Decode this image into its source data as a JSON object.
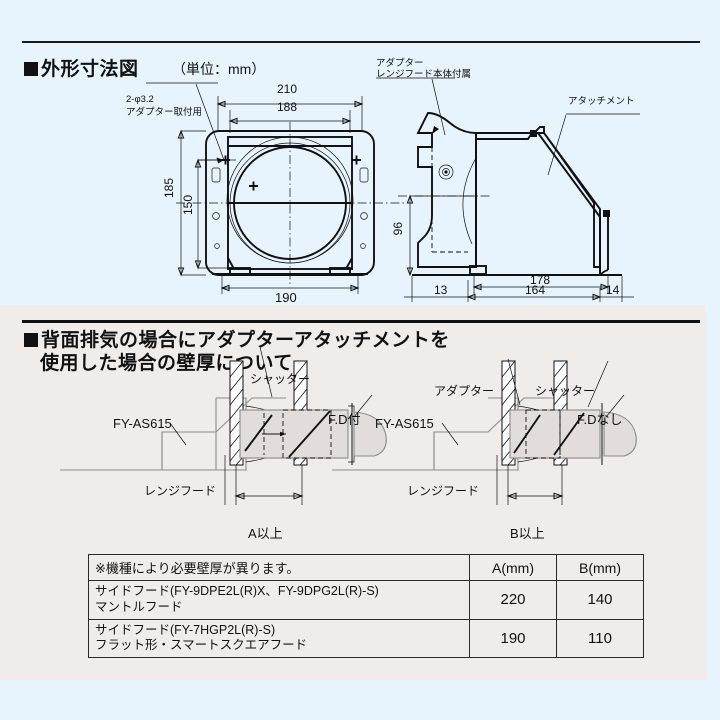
{
  "section1": {
    "title": "外形寸法図",
    "unit_note": "（単位：mm）",
    "front_view": {
      "hole_note_line1": "2-φ3.2",
      "hole_note_line2": "アダプター取付用",
      "dim_210": "210",
      "dim_188": "188",
      "dim_185": "185",
      "dim_150": "150",
      "dim_190": "190"
    },
    "side_view": {
      "adapter_note_line1": "アダプター",
      "adapter_note_line2": "レンジフード本体付属",
      "attachment_label": "アタッチメント",
      "dim_96": "96",
      "dim_178": "178",
      "dim_164": "164",
      "dim_13": "13",
      "dim_14": "14"
    }
  },
  "section2": {
    "title_line1": "背面排気の場合にアダプターアタッチメントを",
    "title_line2": "使用した場合の壁厚について",
    "left_diagram": {
      "shutter_label": "シャッター",
      "model_label": "FY-AS615",
      "fd_label": "F.D付",
      "hood_label": "レンジフード",
      "dim_label": "A以上"
    },
    "right_diagram": {
      "adapter_label": "アダプター",
      "shutter_label": "シャッター",
      "model_label": "FY-AS615",
      "fd_label": "F.Dなし",
      "hood_label": "レンジフード",
      "dim_label": "B以上"
    },
    "table": {
      "header": {
        "note": "※機種により必要壁厚が異ります。",
        "col_a": "A(mm)",
        "col_b": "B(mm)"
      },
      "rows": [
        {
          "model_line1": "サイドフード(FY-9DPE2L(R)X、FY-9DPG2L(R)-S)",
          "model_line2": "マントルフード",
          "a": "220",
          "b": "140"
        },
        {
          "model_line1": "サイドフード(FY-7HGP2L(R)-S)",
          "model_line2": "フラット形・スマートスクエアフード",
          "a": "190",
          "b": "110"
        }
      ]
    }
  },
  "colors": {
    "section1_bg": "#e8f4fd",
    "section2_bg": "#f0ecea",
    "line": "#111111",
    "duct_fill": "#e2ddda"
  }
}
